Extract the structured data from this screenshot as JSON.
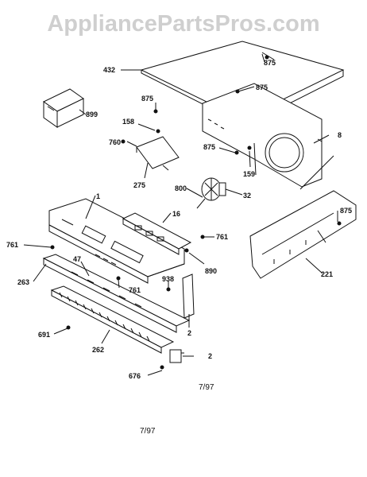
{
  "watermark": "AppliancePartsPros.com",
  "callouts": {
    "c432": "432",
    "c875a": "875",
    "c875b": "875",
    "c875c": "875",
    "c875d": "875",
    "c875e": "875",
    "c8": "8",
    "c899": "899",
    "c158": "158",
    "c760": "760",
    "c159": "159",
    "c275": "275",
    "c800": "800",
    "c32": "32",
    "c1": "1",
    "c16": "16",
    "c761a": "761",
    "c761b": "761",
    "c761c": "761",
    "c890": "890",
    "c47": "47",
    "c263": "263",
    "c938": "938",
    "c2a": "2",
    "c221": "221",
    "c691": "691",
    "c262": "262",
    "c2b": "2",
    "c676": "676"
  },
  "footer": {
    "date_right": "7/97",
    "date_center": "7/97"
  }
}
